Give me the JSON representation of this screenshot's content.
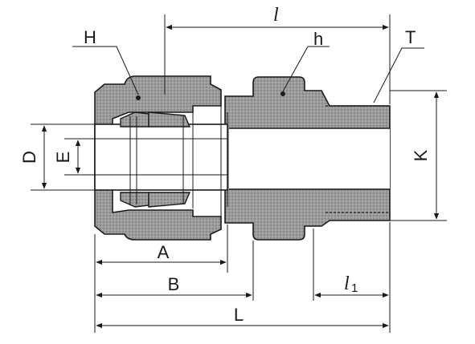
{
  "drawing": {
    "labels": {
      "H": "H",
      "h": "h",
      "T": "T",
      "l": "l",
      "D": "D",
      "E": "E",
      "K": "K",
      "A": "A",
      "B": "B",
      "L": "L",
      "l1_main": "l",
      "l1_sub": "1"
    }
  }
}
